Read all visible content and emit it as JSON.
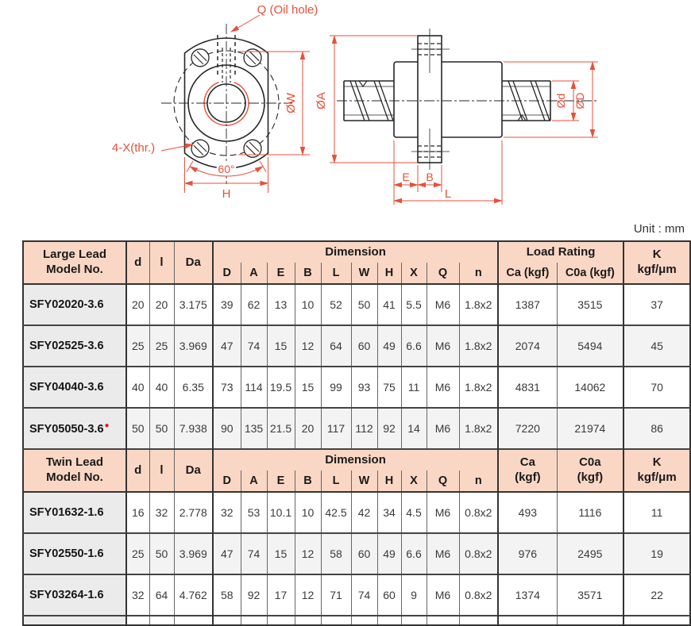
{
  "unit_label": "Unit : mm",
  "drawing": {
    "front_view": {
      "oil_hole_label": "Q (Oil hole)",
      "thread_label": "4-X(thr.)",
      "angle_label": "60°",
      "width_label": "H",
      "bolt_circle_label": "ØW"
    },
    "side_view": {
      "flange_dia_label": "ØA",
      "screw_dia_label": "Ød",
      "nut_dia_label": "ØD",
      "flange_offset_label": "E",
      "flange_width_label": "B",
      "length_label": "L"
    }
  },
  "colors": {
    "dimension_red": "#e8503a",
    "line_black": "#262626",
    "header_pink": "#fad7c5",
    "model_col_gray": "#ebebeb",
    "alt_row_gray": "#f3f3f3",
    "marker_red": "#e01818"
  },
  "table": {
    "sections": [
      {
        "model_header_line1": "Large Lead",
        "model_header_line2": "Model No.",
        "d_header": "d",
        "l_header": "l",
        "da_header": "Da",
        "dimension_header": "Dimension",
        "dim_columns": [
          "D",
          "A",
          "E",
          "B",
          "L",
          "W",
          "H",
          "X",
          "Q",
          "n"
        ],
        "load_rating_header": "Load Rating",
        "ca_header": "Ca (kgf)",
        "c0a_header": "C0a (kgf)",
        "k_header_line1": "K",
        "k_header_line2": "kgf/μm",
        "rows": [
          {
            "model": "SFY02020-3.6",
            "marker": "",
            "cells": [
              "20",
              "20",
              "3.175",
              "39",
              "62",
              "13",
              "10",
              "52",
              "50",
              "41",
              "5.5",
              "M6",
              "1.8x2",
              "1387",
              "3515",
              "37"
            ]
          },
          {
            "model": "SFY02525-3.6",
            "marker": "",
            "cells": [
              "25",
              "25",
              "3.969",
              "47",
              "74",
              "15",
              "12",
              "64",
              "60",
              "49",
              "6.6",
              "M6",
              "1.8x2",
              "2074",
              "5494",
              "45"
            ]
          },
          {
            "model": "SFY04040-3.6",
            "marker": "",
            "cells": [
              "40",
              "40",
              "6.35",
              "73",
              "114",
              "19.5",
              "15",
              "99",
              "93",
              "75",
              "11",
              "M6",
              "1.8x2",
              "4831",
              "14062",
              "70"
            ]
          },
          {
            "model": "SFY05050-3.6",
            "marker": "●",
            "cells": [
              "50",
              "50",
              "7.938",
              "90",
              "135",
              "21.5",
              "20",
              "117",
              "112",
              "92",
              "14",
              "M6",
              "1.8x2",
              "7220",
              "21974",
              "86"
            ]
          }
        ]
      },
      {
        "model_header_line1": "Twin Lead",
        "model_header_line2": "Model No.",
        "d_header": "d",
        "l_header": "l",
        "da_header": "Da",
        "dimension_header": "Dimension",
        "dim_columns": [
          "D",
          "A",
          "E",
          "B",
          "L",
          "W",
          "H",
          "X",
          "Q",
          "n"
        ],
        "ca_header_line1": "Ca",
        "ca_header_line2": "(kgf)",
        "c0a_header_line1": "C0a",
        "c0a_header_line2": "(kgf)",
        "k_header_line1": "K",
        "k_header_line2": "kgf/μm",
        "rows": [
          {
            "model": "SFY01632-1.6",
            "marker": "",
            "cells": [
              "16",
              "32",
              "2.778",
              "32",
              "53",
              "10.1",
              "10",
              "42.5",
              "42",
              "34",
              "4.5",
              "M6",
              "0.8x2",
              "493",
              "1116",
              "11"
            ]
          },
          {
            "model": "SFY02550-1.6",
            "marker": "",
            "cells": [
              "25",
              "50",
              "3.969",
              "47",
              "74",
              "15",
              "12",
              "58",
              "60",
              "49",
              "6.6",
              "M6",
              "0.8x2",
              "976",
              "2495",
              "19"
            ]
          },
          {
            "model": "SFY03264-1.6",
            "marker": "",
            "cells": [
              "32",
              "64",
              "4.762",
              "58",
              "92",
              "17",
              "12",
              "71",
              "74",
              "60",
              "9",
              "M6",
              "0.8x2",
              "1374",
              "3571",
              "22"
            ]
          }
        ]
      }
    ]
  }
}
